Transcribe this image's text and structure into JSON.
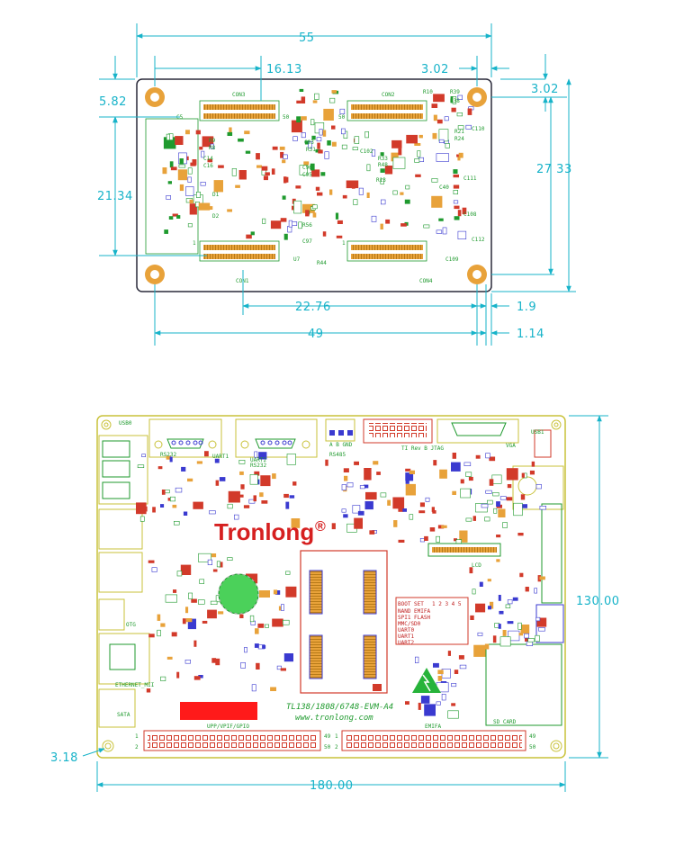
{
  "colors": {
    "dimension": "#17b3c9",
    "silkscreen": "#1f9a2e",
    "pad": "#d23a2a",
    "copper": "#e8a23a",
    "outline": "#c9c23a",
    "component_body": "#3a3ad0",
    "brand": "#d62020"
  },
  "top_module": {
    "dims": {
      "width": "55",
      "left_offset": "16.13",
      "right_offset": "3.02",
      "right_top": "3.02",
      "left_top": "5.82",
      "left_height": "21.34",
      "height": "27 33",
      "bottom_inner": "22.76",
      "bottom_total": "49",
      "right_small1": "1.9",
      "right_small2": "1.14"
    },
    "labels": {
      "con3": "CON3",
      "con2": "CON2",
      "con1": "CON1",
      "con4": "CON4",
      "r10": "R10",
      "r39": "R39",
      "r38": "R38",
      "c110": "C110",
      "c111": "C111",
      "c112": "C112",
      "c109": "C109",
      "c108": "C108",
      "r21": "R21",
      "r24": "R24",
      "c102": "C102",
      "r33": "R33",
      "r48": "R48",
      "r13": "R13",
      "c40": "C40",
      "r31": "R31",
      "r44": "R44",
      "u7": "U7",
      "c93": "C93",
      "c96": "C96",
      "c95": "C95",
      "r56": "R56",
      "c97": "C97",
      "r9": "R9",
      "r8": "R8",
      "c5": "C5",
      "c14": "C14",
      "c16": "C16",
      "d1": "D1",
      "d2": "D2",
      "pin50_a": "50",
      "pin50_b": "50",
      "pin1_a": "1",
      "pin1_b": "1"
    }
  },
  "bottom_board": {
    "brand": "Tronlong",
    "reg_mark": "®",
    "model": "TL138/1808/6748-EVM-A4",
    "website": "www.tronlong.com",
    "dims": {
      "width": "180.00",
      "height": "130.00",
      "hole": "3.18"
    },
    "labels": {
      "uart1_rs232": "RS232",
      "uart1": "UART1",
      "uart2": "UART2",
      "uart2_rs232": "RS232",
      "rs485": "RS485",
      "rs485_pins": "A  B GND",
      "jtag": "TI Rev B JTAG",
      "vga": "VGA",
      "lcd": "LCD",
      "usb0": "USB0",
      "usb1": "USB1",
      "ethernet": "ETHERNET_MII",
      "sata": "SATA",
      "otg": "OTG",
      "sd_card": "SD CARD",
      "upp_vpif": "UPP/VPIF/GPIO",
      "emifa": "EMIFA",
      "pin1_left": "1",
      "pin2_left": "2",
      "pin49_left": "49",
      "pin50_left": "50",
      "pin1_right": "1",
      "pin2_right": "2",
      "pin49_right": "49",
      "pin50_right": "50",
      "boot_set": "BOOT SET",
      "boot_cols": "1 2 3 4 5",
      "boot_rows": [
        "NAND  EMIFA",
        "SPI1 FLASH",
        "MMC/SD0",
        "UART0",
        "UART1",
        "UART2"
      ]
    }
  }
}
